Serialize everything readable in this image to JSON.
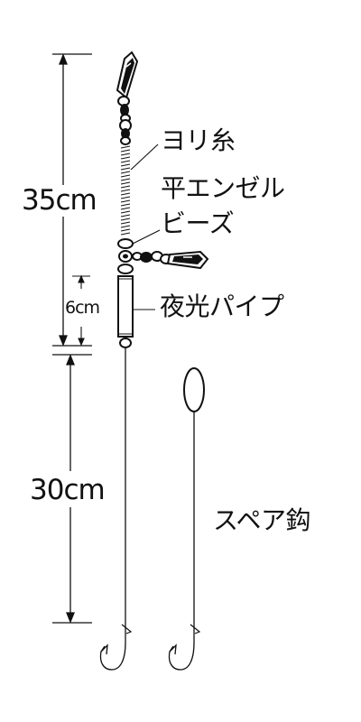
{
  "labels": {
    "twisted_line": "ヨリ糸",
    "flat_swivel": "平エンゼル",
    "beads": "ビーズ",
    "glow_pipe": "夜光パイプ",
    "spare_hook": "スペア鈎"
  },
  "dimensions": {
    "upper": "35cm",
    "pipe": "6cm",
    "lower": "30cm"
  }
}
